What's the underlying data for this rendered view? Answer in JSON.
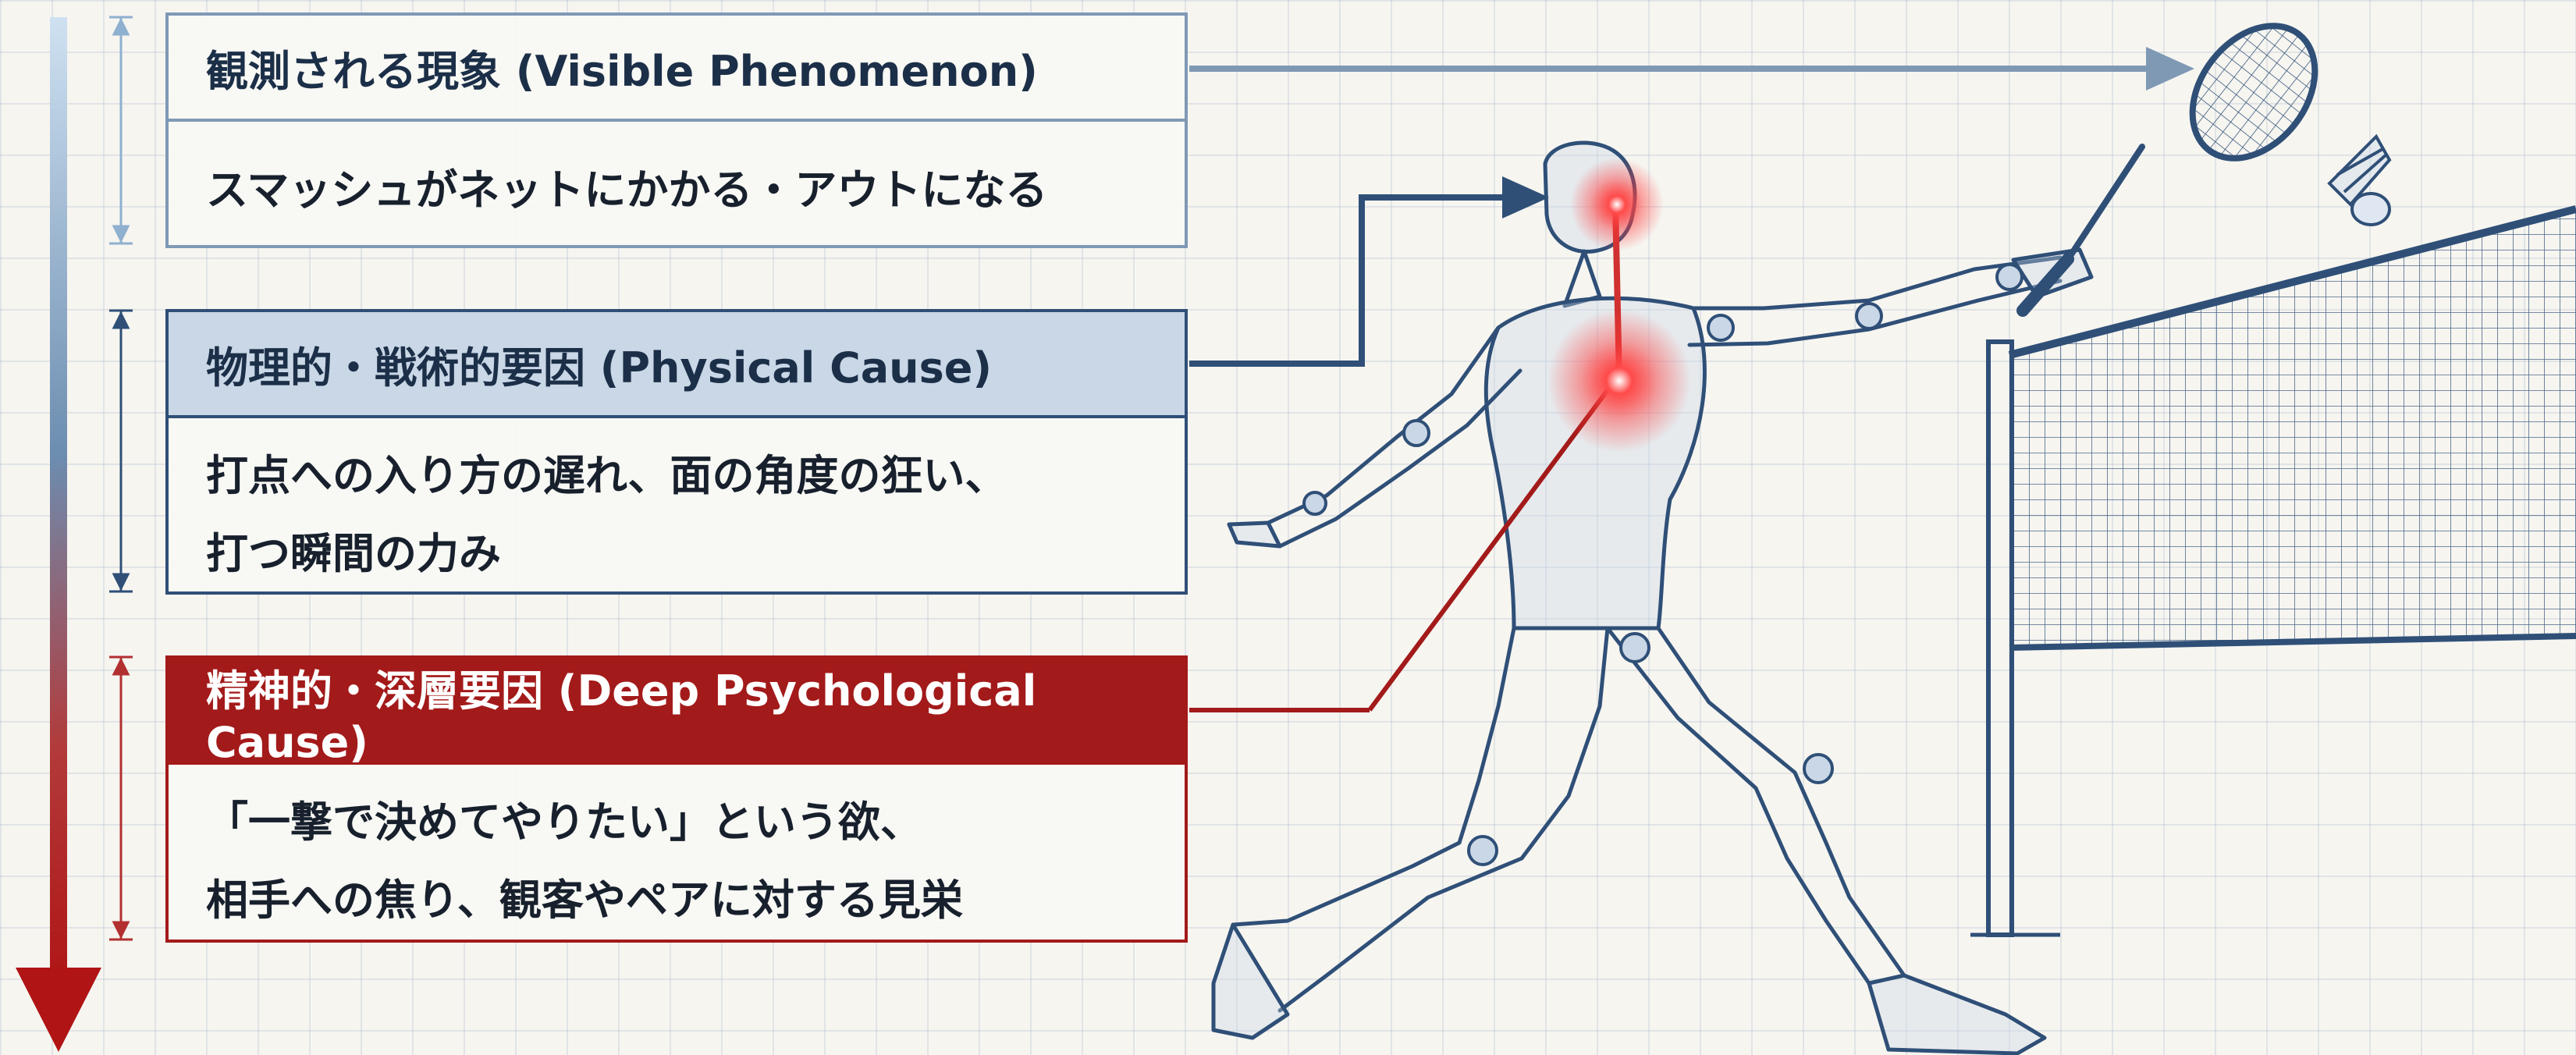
{
  "colors": {
    "grid_line": "#a5b8cc",
    "diagram_blue": "#2f4f77",
    "light_blue": "#7f99b5",
    "header_fill_blue": "#c9d7e6",
    "accent_red": "#a31a1a",
    "hotspot_red": "#ff3a3a"
  },
  "icons": [
    "depth-arrow-icon",
    "racket-icon",
    "shuttlecock-icon",
    "badminton-net-icon",
    "player-wireframe-icon"
  ],
  "visible": {
    "title": "観測される現象 (Visible Phenomenon)",
    "lines": [
      "スマッシュがネットにかかる・アウトになる"
    ]
  },
  "physical": {
    "title": "物理的・戦術的要因 (Physical Cause)",
    "lines": [
      "打点への入り方の遅れ、面の角度の狂い、",
      "打つ瞬間の力み"
    ]
  },
  "deep": {
    "title": "精神的・深層要因 (Deep Psychological Cause)",
    "lines": [
      "「一撃で決めてやりたい」という欲、",
      "相手への焦り、観客やペアに対する見栄"
    ]
  }
}
